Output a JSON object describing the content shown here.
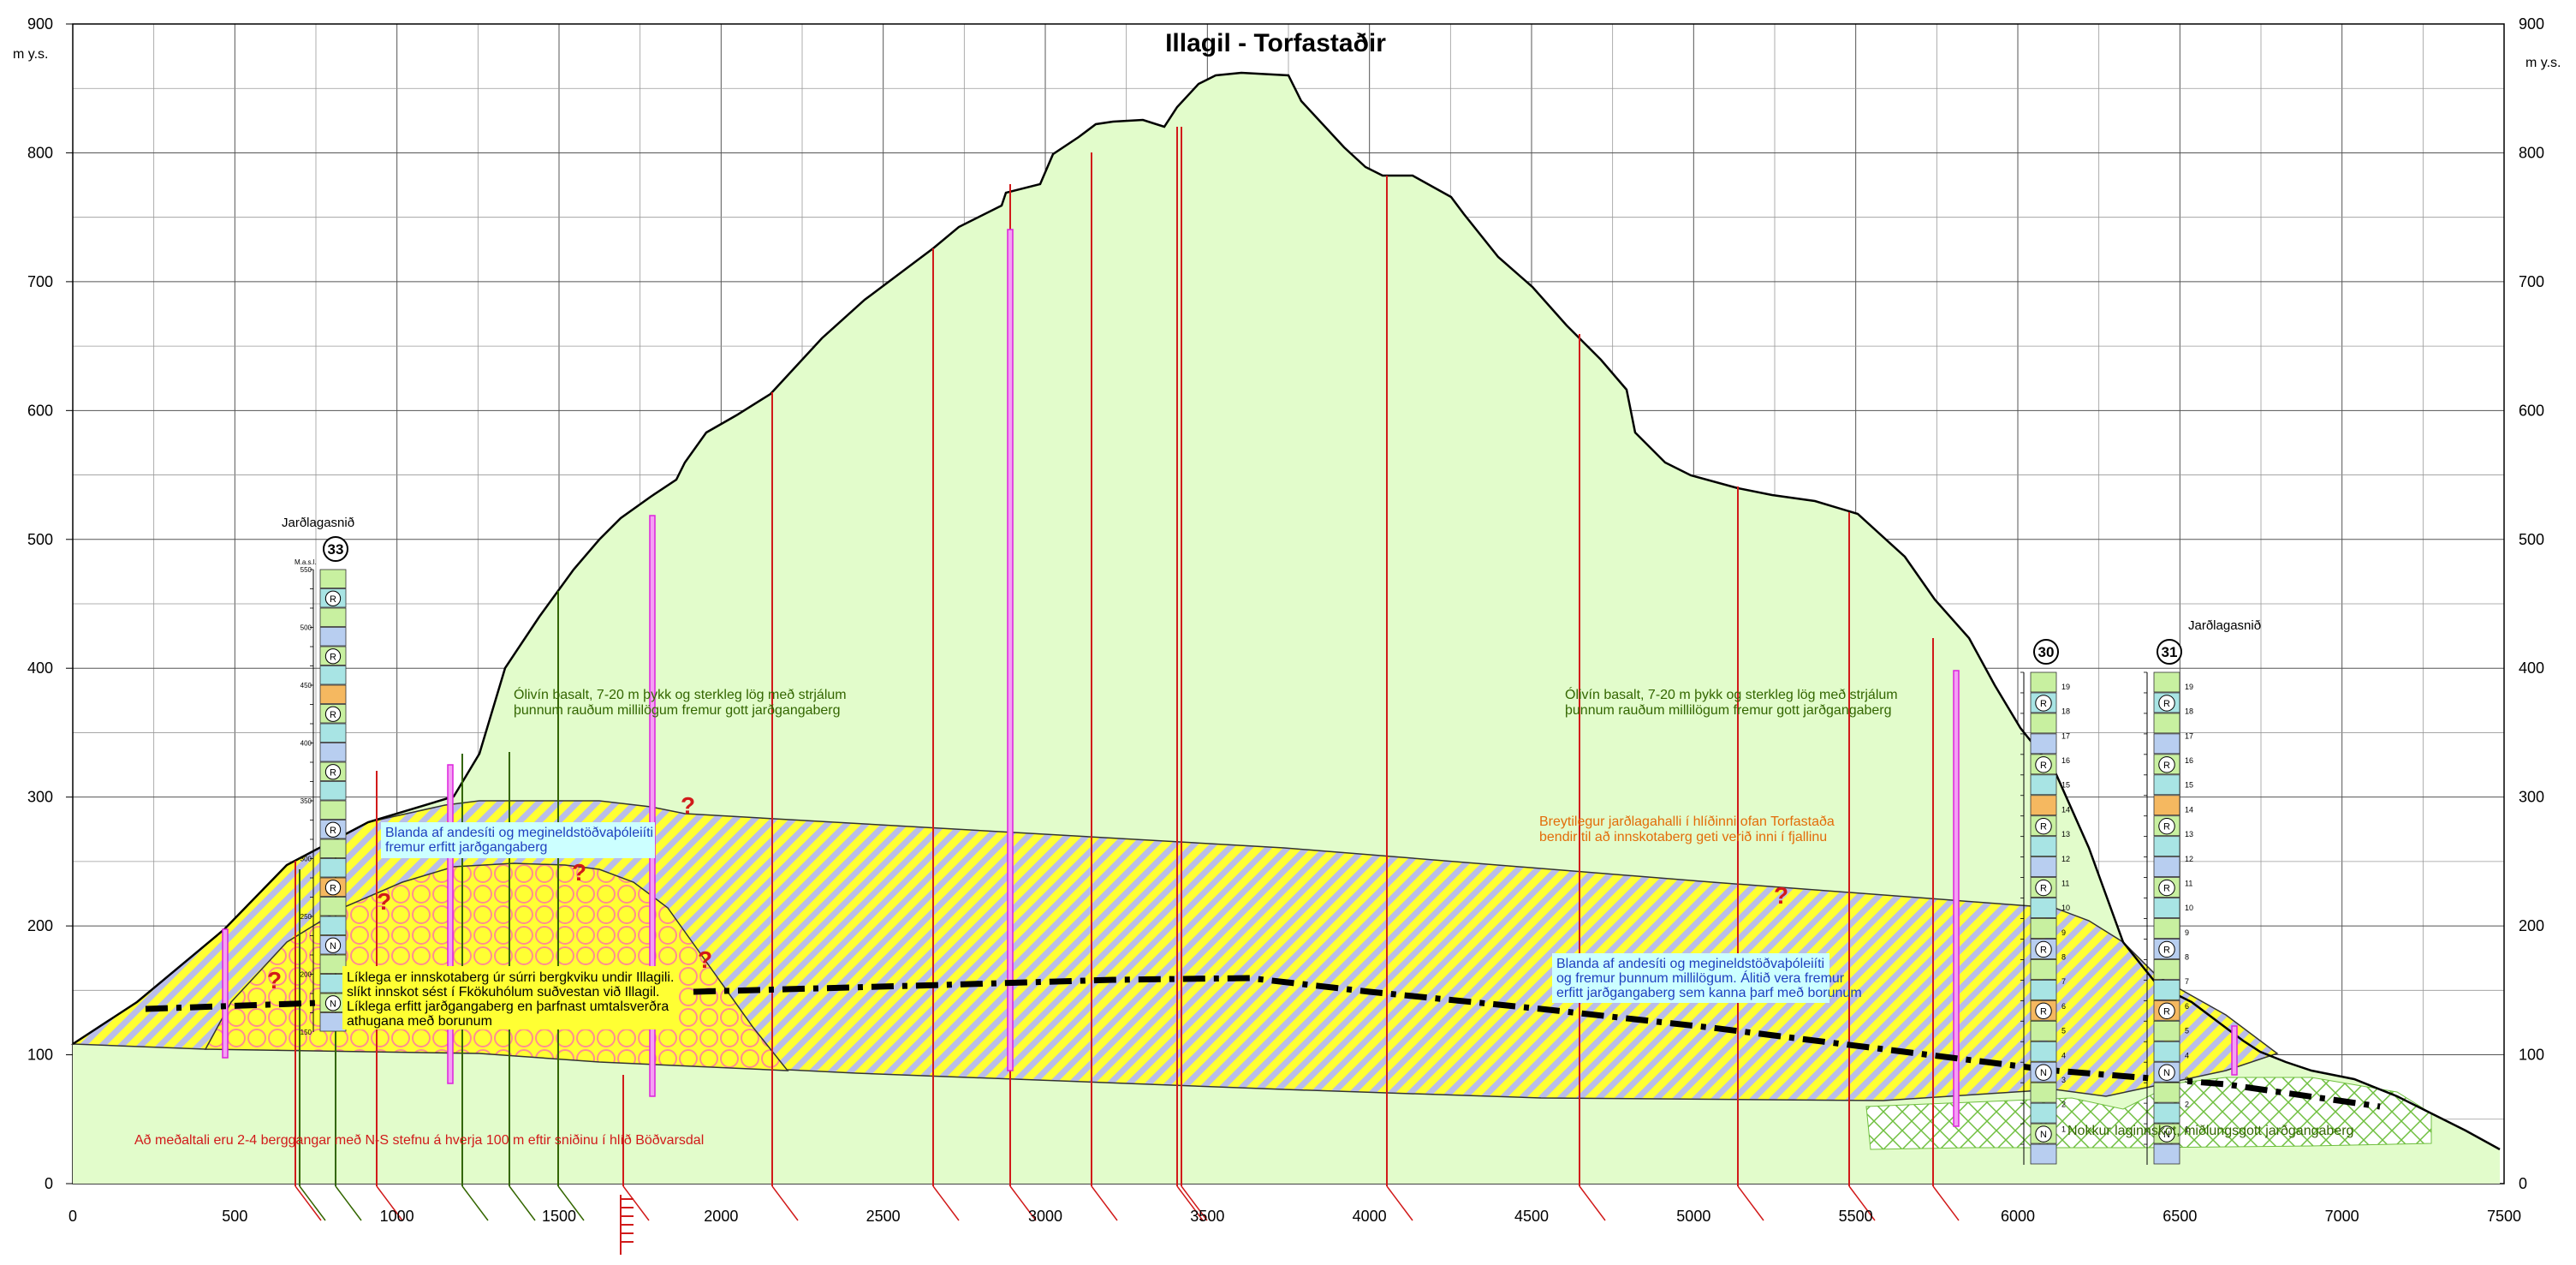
{
  "title": "Illagil - Torfastaðir",
  "units": "m y.s.",
  "axes": {
    "y_ticks": [
      0,
      100,
      200,
      300,
      400,
      500,
      600,
      700,
      800,
      900
    ],
    "x_ticks": [
      0,
      500,
      1000,
      1500,
      2000,
      2500,
      3000,
      3500,
      4000,
      4500,
      5000,
      5500,
      6000,
      6500,
      7000,
      7500
    ]
  },
  "colors": {
    "basalt": "#e2fccb",
    "andesite": "#ffff33",
    "andesite_stripe": "#b9bde8",
    "intrusion_circles": "#ff8f8f",
    "green_label": "#336600",
    "blue_label": "#1f3fbf",
    "red_label": "#d11a1a",
    "orange_label": "#e36c09",
    "dike_red": "#d11a1a",
    "dike_magenta": "#dd22dd"
  },
  "labels": {
    "basalt_left": [
      "Ólivín basalt, 7-20 m þykk og sterkleg lög með strjálum",
      "þunnum rauðum millilögum fremur gott jarðgangaberg"
    ],
    "basalt_right": [
      "Ólivín basalt, 7-20 m þykk og sterkleg lög með strjálum",
      "þunnum rauðum millilögum fremur gott jarðgangaberg"
    ],
    "andesite_left": [
      "Blanda af andesíti og megineldstöðvaþóleiíti",
      "fremur erfitt jarðgangaberg"
    ],
    "andesite_right": [
      "Blanda af andesíti og megineldstöðvaþóleiíti",
      "og fremur þunnum millilögum.  Álitið vera fremur",
      "erfitt jarðgangaberg sem kanna þarf með borunum"
    ],
    "intrusion": [
      "Líklega er innskotaberg úr súrri bergkviku undir Illagili.",
      "slíkt innskot sést í Fkökuhólum suðvestan við Illagil.",
      "Líklega erfitt jarðgangaberg en þarfnast umtalsverðra",
      "athugana með borunum"
    ],
    "variable_dip": [
      "Breytilegur jarðlagahalli í hlíðinni ofan Torfastaða",
      "bendir til að innskotaberg geti verið inni í fjallinu"
    ],
    "dikes_note": "Að meðaltali eru 2-4 berggangar með N-S stefnu á hverja 100 m eftir sniðinu í hlíð Böðvarsdal",
    "minor_intrusions": "Nokkur laginnskot, miðlungsgott jarðgangaberg",
    "question_mark": "?"
  },
  "sections": [
    {
      "number": "33",
      "title": "Jarðlagasnið",
      "scale_label": "M.a.s.l.",
      "scale_ticks": [
        "550",
        "500",
        "450",
        "400",
        "350",
        "300",
        "250",
        "200",
        "150"
      ]
    },
    {
      "number": "30",
      "title": "",
      "layer_numbers": [
        "19",
        "18",
        "17",
        "16",
        "15",
        "14",
        "13",
        "12",
        "11",
        "10",
        "9",
        "8",
        "7",
        "6",
        "5",
        "4",
        "3",
        "2",
        "1"
      ]
    },
    {
      "number": "31",
      "title": "Jarðlagasnið",
      "layer_numbers": [
        "19",
        "18",
        "17",
        "16",
        "15",
        "14",
        "13",
        "12",
        "11",
        "10",
        "9",
        "8",
        "7",
        "6",
        "5",
        "4",
        "3",
        "2",
        "1"
      ]
    }
  ],
  "layer_codes": {
    "R": "R",
    "N": "N"
  }
}
